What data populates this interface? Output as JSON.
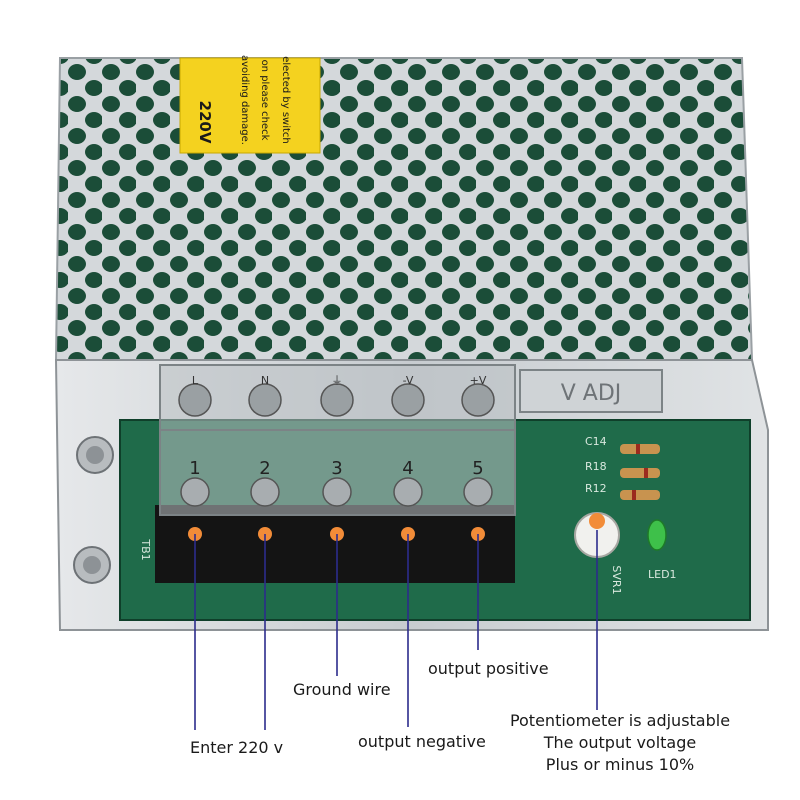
{
  "device": {
    "warning_label": {
      "lines": [
        "elected by switch",
        "on please check",
        "avoiding damage."
      ],
      "voltage": "220V"
    },
    "cover_text": "V ADJ",
    "terminal_top_marks": [
      "L",
      "N",
      "⏚",
      "-V",
      "+V"
    ],
    "terminal_numbers": [
      "1",
      "2",
      "3",
      "4",
      "5"
    ],
    "board_labels": [
      "TB1",
      "C14",
      "R18",
      "R12",
      "SVR1",
      "LED1"
    ]
  },
  "callouts": {
    "enter_220v": "Enter 220 v",
    "ground_wire": "Ground wire",
    "output_negative": "output negative",
    "output_positive": "output positive",
    "potentiometer": [
      "Potentiometer is adjustable",
      "The output voltage",
      "Plus or minus 10%"
    ]
  },
  "colors": {
    "marker": "#f28c38",
    "callout_line": "#2c2c8c",
    "pcb": "#1f6b4a",
    "chassis": "#c9cdd0",
    "warning": "#f4d21f"
  }
}
